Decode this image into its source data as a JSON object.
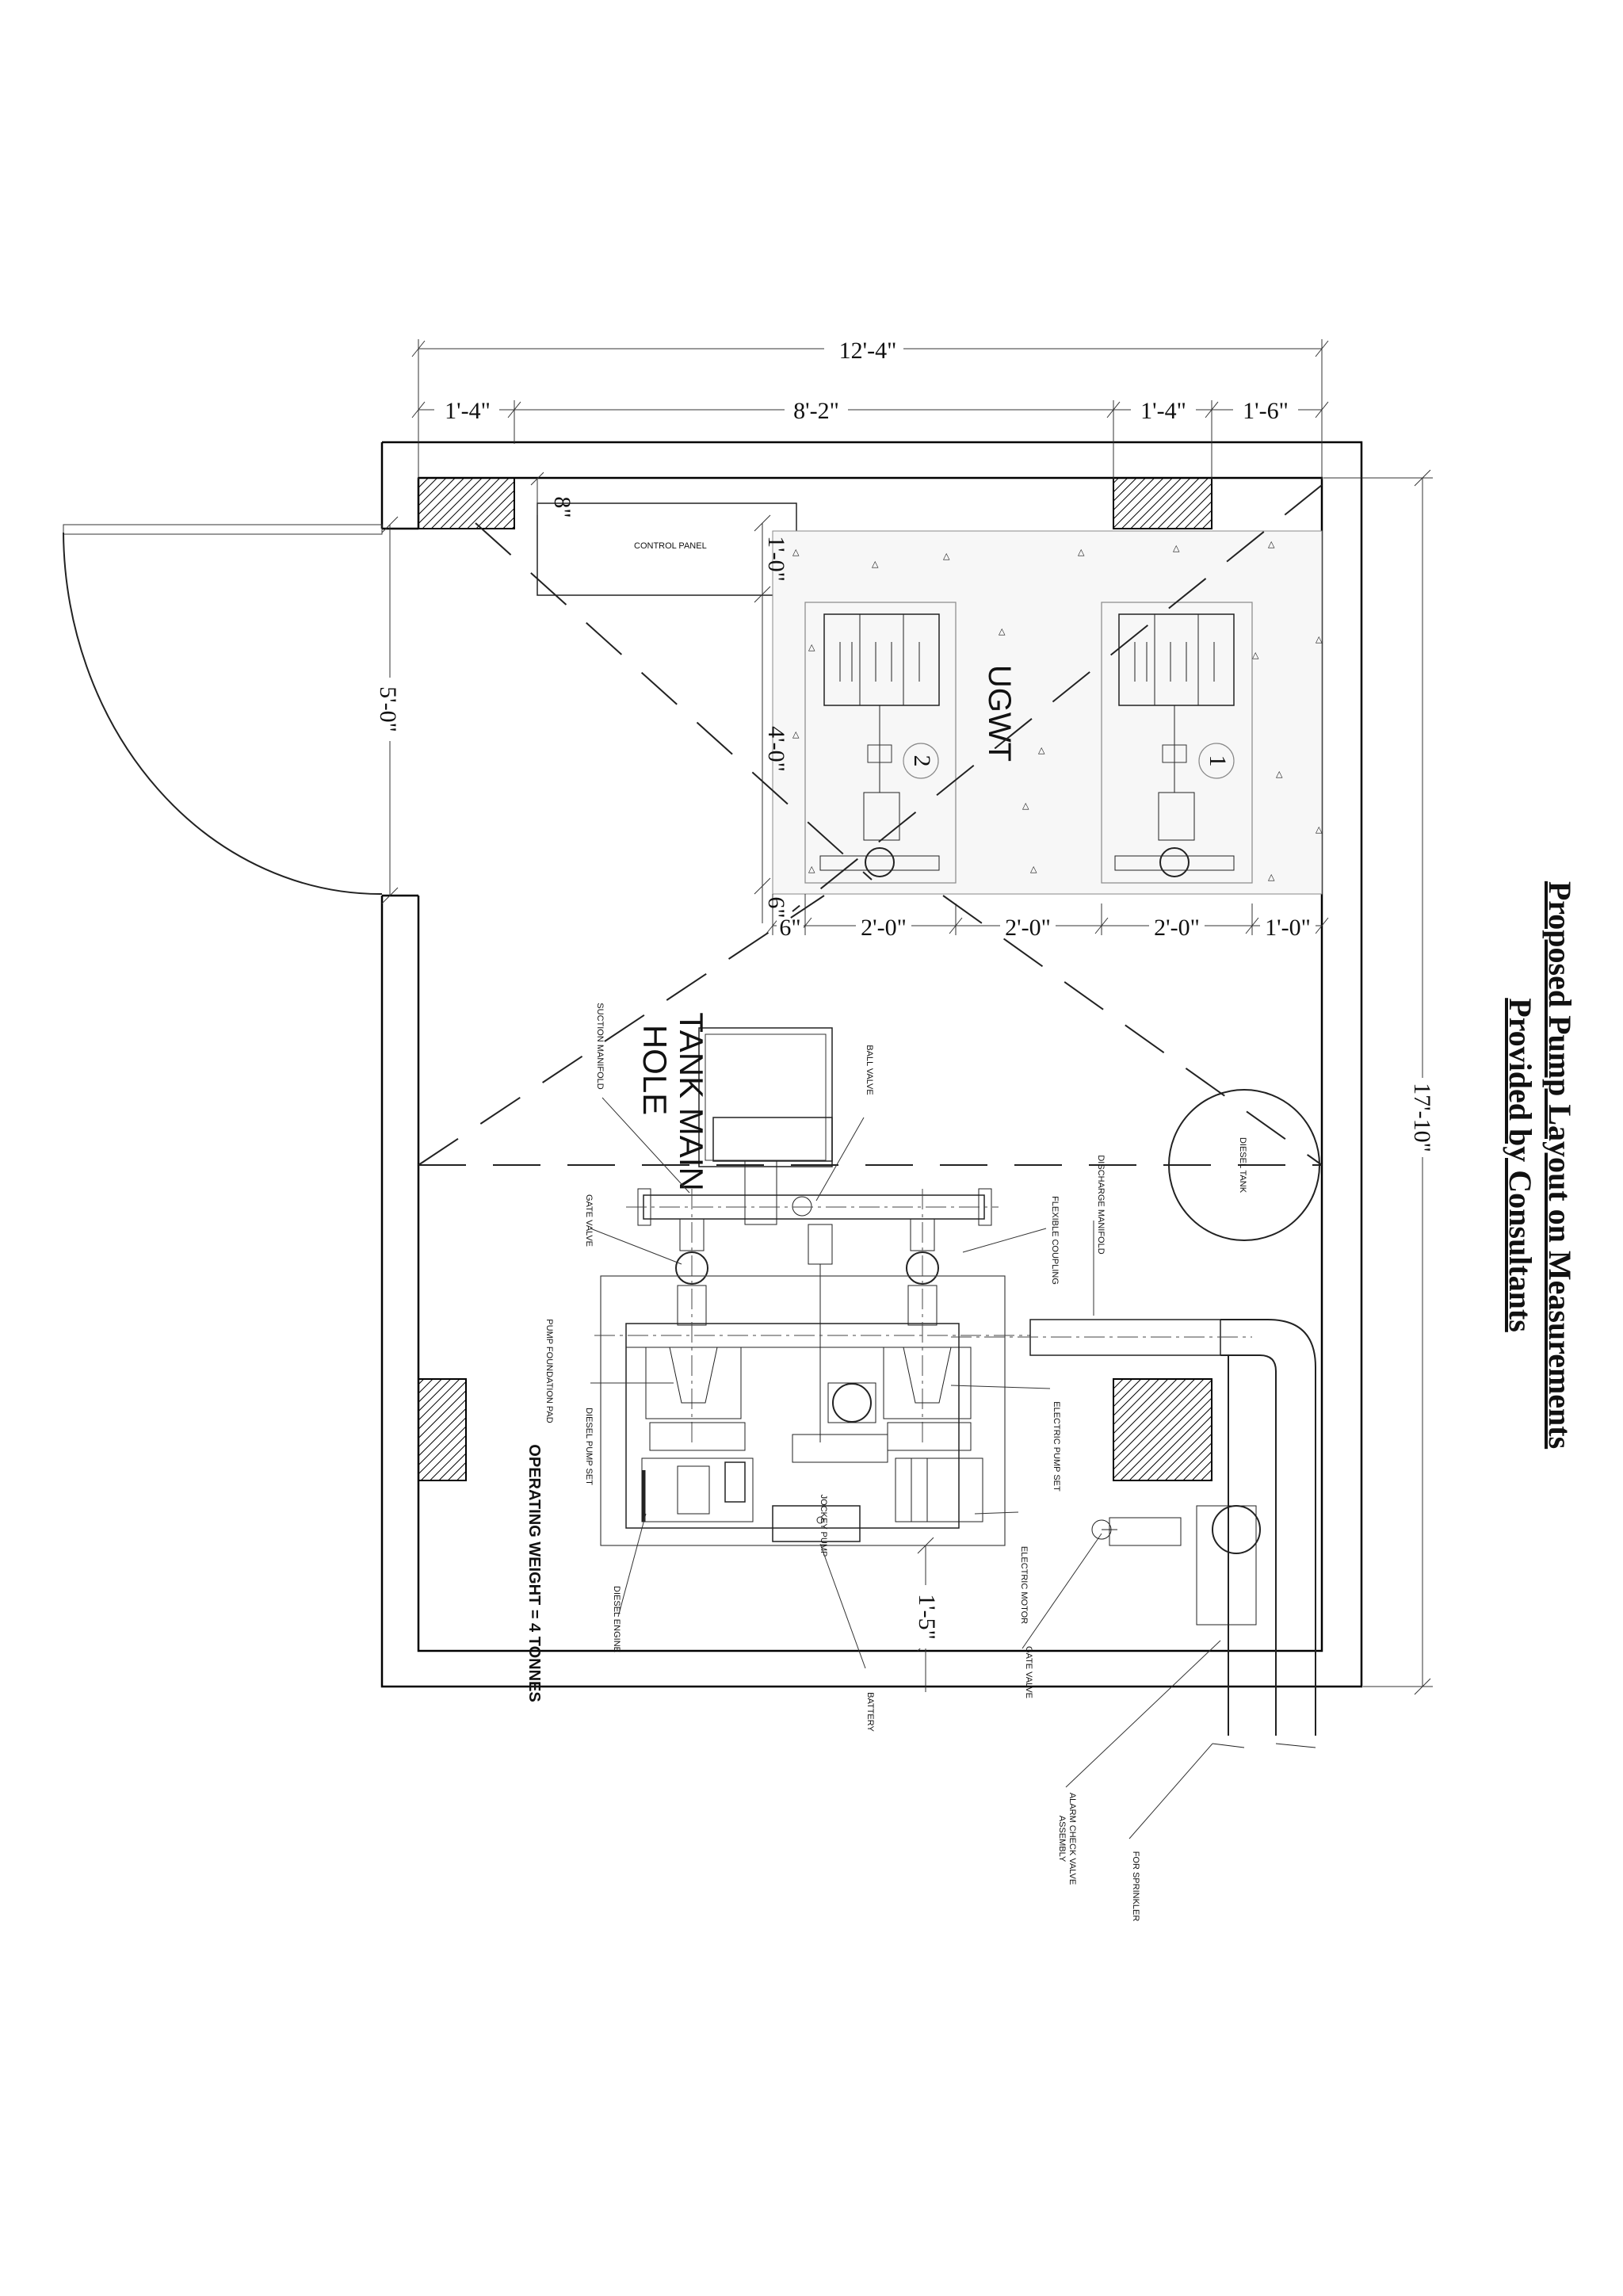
{
  "title": {
    "line1": "Proposed Pump Layout on  Measurements",
    "line2": "Provided by Consultants"
  },
  "dimensions": {
    "overall_width": "12'-4\"",
    "seg_1": "1'-4\"",
    "seg_2": "8'-2\"",
    "seg_3": "1'-4\"",
    "seg_4": "1'-6\"",
    "overall_height": "17'-10\"",
    "door_opening": "5'-0\"",
    "panel_offset": "8\"",
    "tank_top": "1'-0\"",
    "tank_depth": "4'-0\"",
    "tank_bottom": "6\"",
    "bay_left_margin": "6\"",
    "bay_1": "2'-0\"",
    "bay_2": "2'-0\"",
    "bay_3": "2'-0\"",
    "bay_right_margin": "1'-0\"",
    "pad_clearance": "1'-5\""
  },
  "labels": {
    "control_panel": "CONTROL PANEL",
    "ugwt": "UGWT",
    "pump_1": "1",
    "pump_2": "2",
    "tank_manhole_line1": "TANK MAIN",
    "tank_manhole_line2": "HOLE",
    "suction_manifold": "SUCTION MANIFOLD",
    "ball_valve": "BALL VALVE",
    "diesel_tank": "DIESEL TANK",
    "discharge_manifold": "DISCHARGE MANIFOLD",
    "flexible_coupling": "FLEXIBLE COUPLING",
    "gate_valve_left": "GATE VALVE",
    "pump_foundation_pad": "PUMP FOUNDATION PAD",
    "diesel_pump_set": "DIESEL PUMP SET",
    "electric_pump_set": "ELECTRIC PUMP SET",
    "jockey_pump": "JOCKEY PUMP",
    "electric_motor": "ELECTRIC MOTOR",
    "diesel_engine": "DIESEL ENGINE",
    "battery": "BATTERY",
    "gate_valve_right": "GATE VALVE",
    "alarm_check_valve_line1": "ALARM CHECK VALVE",
    "alarm_check_valve_line2": "ASSEMBLY",
    "for_sprinkler": "FOR SPRINKLER",
    "operating_weight": "OPERATING WEIGHT = 4 TONNES"
  }
}
